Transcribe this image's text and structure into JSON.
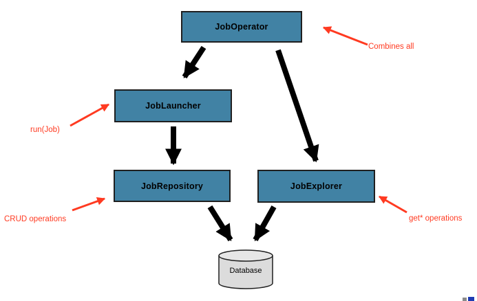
{
  "diagram": {
    "nodes": {
      "jobOperator": {
        "label": "JobOperator"
      },
      "jobLauncher": {
        "label": "JobLauncher"
      },
      "jobRepository": {
        "label": "JobRepository"
      },
      "jobExplorer": {
        "label": "JobExplorer"
      },
      "database": {
        "label": "Database",
        "shape": "cylinder"
      }
    },
    "edges": [
      {
        "from": "jobOperator",
        "to": "jobLauncher",
        "style": "thick-black-arrow"
      },
      {
        "from": "jobOperator",
        "to": "jobExplorer",
        "style": "thick-black-arrow"
      },
      {
        "from": "jobLauncher",
        "to": "jobRepository",
        "style": "thick-black-arrow"
      },
      {
        "from": "jobRepository",
        "to": "database",
        "style": "thick-black-arrow"
      },
      {
        "from": "jobExplorer",
        "to": "database",
        "style": "thick-black-arrow"
      }
    ],
    "annotations": {
      "combinesAll": {
        "label": "Combines all",
        "points_to": "jobOperator"
      },
      "runJob": {
        "label": "run(Job)",
        "points_to": "jobLauncher"
      },
      "crud": {
        "label": "CRUD operations",
        "points_to": "jobRepository"
      },
      "getOps": {
        "label": "get* operations",
        "points_to": "jobExplorer"
      }
    },
    "colors": {
      "node_fill": "#4182a4",
      "node_border": "#1f1f1f",
      "arrow_black": "#000000",
      "annotation_red": "#ff3a21",
      "cylinder_fill": "#dcdcdc",
      "cylinder_top_fill": "#e6e6e6",
      "background": "#ffffff"
    }
  }
}
